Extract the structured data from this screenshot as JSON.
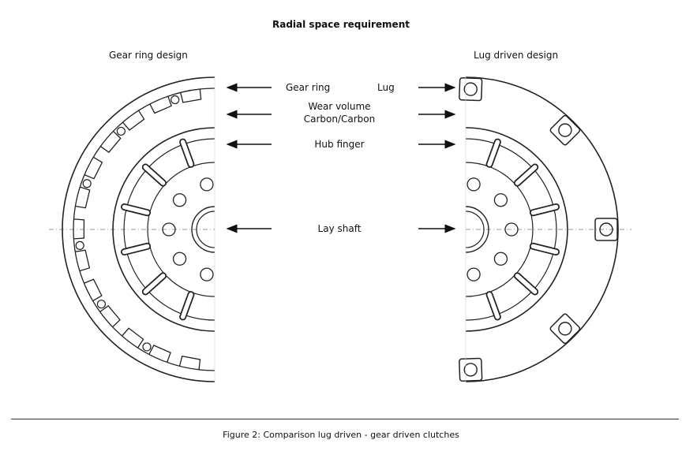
{
  "title": "Radial space requirement",
  "left_heading": "Gear ring design",
  "right_heading": "Lug driven design",
  "labels": {
    "gear_ring": "Gear ring",
    "lug": "Lug",
    "wear_volume_line1": "Wear volume",
    "wear_volume_line2": "Carbon/Carbon",
    "hub_finger": "Hub finger",
    "lay_shaft": "Lay shaft"
  },
  "caption": "Figure 2: Comparison lug driven - gear driven clutches"
}
